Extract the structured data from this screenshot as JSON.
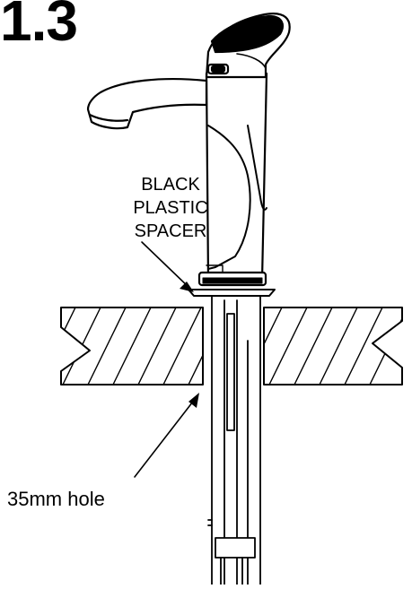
{
  "step_number": "1.3",
  "callouts": {
    "spacer_line1": "BLACK",
    "spacer_line2": "PLASTIC",
    "spacer_line3": "SPACER",
    "hole": "35mm hole"
  },
  "colors": {
    "ink": "#000000",
    "fill": "#ffffff"
  }
}
